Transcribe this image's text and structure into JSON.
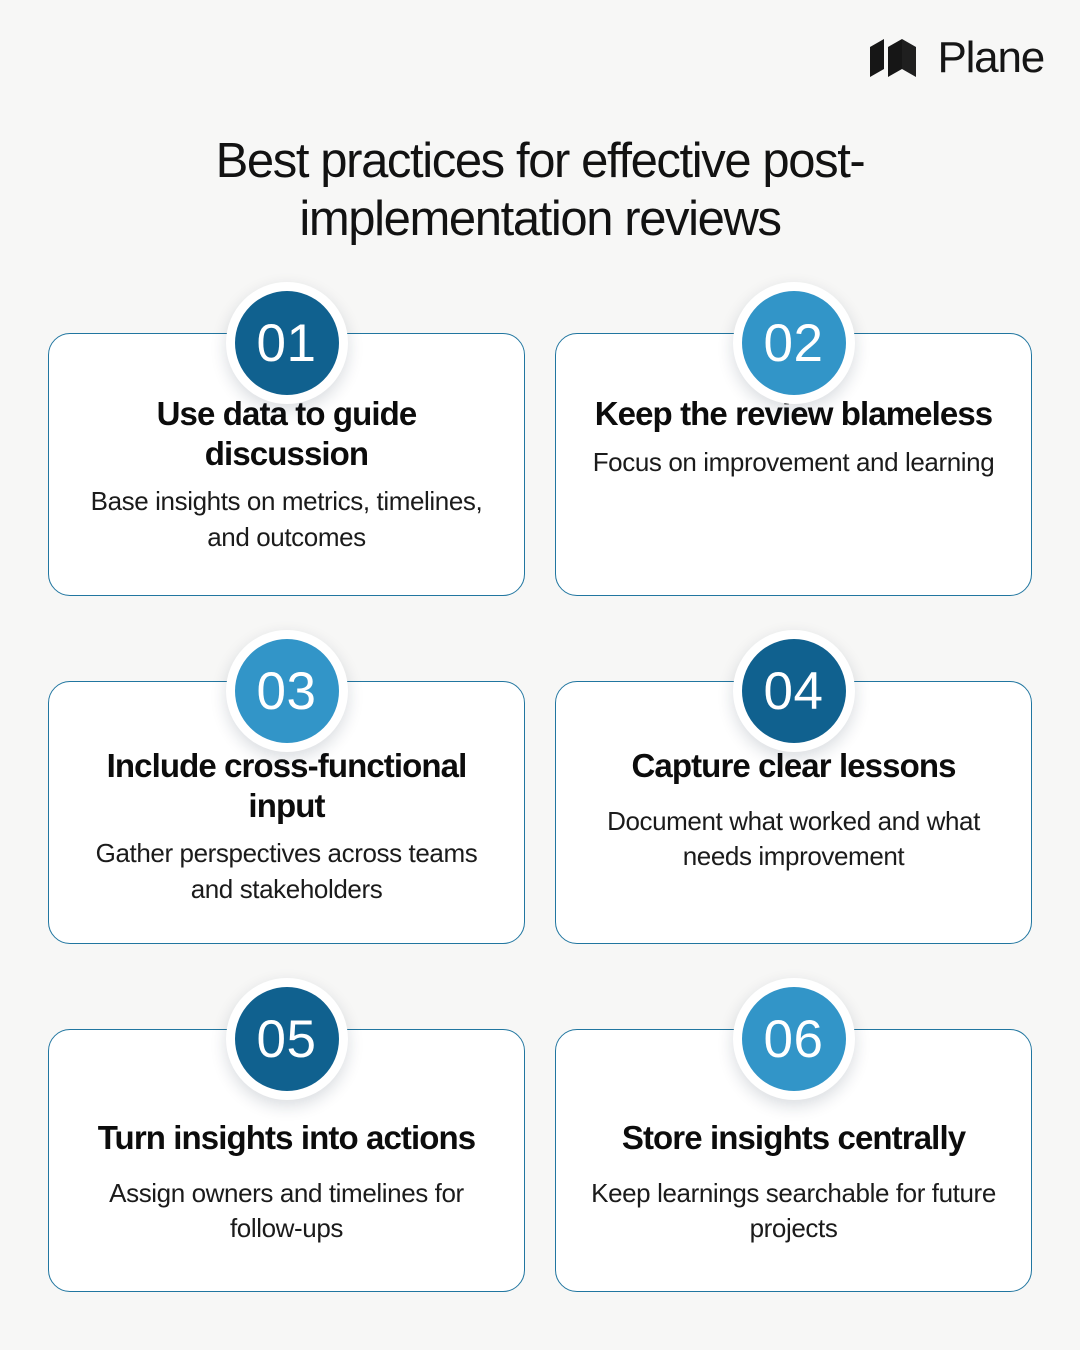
{
  "brand": {
    "name": "Plane",
    "logo_icon": "plane-logo-mark"
  },
  "header": {
    "title": "Best practices for effective post-implementation reviews"
  },
  "theme": {
    "background": "#f7f7f6",
    "card_background": "#ffffff",
    "card_border": "#2176a0",
    "badge_dark_blue": "#10618f",
    "badge_light_blue": "#3295c8",
    "title_color": "#121212",
    "body_color": "#1b1b1b"
  },
  "cards": [
    {
      "number": "01",
      "title": "Use data to guide discussion",
      "description": "Base insights on metrics, timelines, and outcomes",
      "badge_color": "#10618f"
    },
    {
      "number": "02",
      "title": "Keep the review blameless",
      "description": "Focus on improvement and learning",
      "badge_color": "#3295c8"
    },
    {
      "number": "03",
      "title": "Include cross-functional input",
      "description": "Gather perspectives across teams and stakeholders",
      "badge_color": "#3295c8"
    },
    {
      "number": "04",
      "title": "Capture clear lessons",
      "description": "Document what worked and what needs improvement",
      "badge_color": "#10618f"
    },
    {
      "number": "05",
      "title": "Turn insights into actions",
      "description": "Assign owners and timelines for follow-ups",
      "badge_color": "#10618f"
    },
    {
      "number": "06",
      "title": "Store insights centrally",
      "description": "Keep learnings searchable for future projects",
      "badge_color": "#3295c8"
    }
  ]
}
